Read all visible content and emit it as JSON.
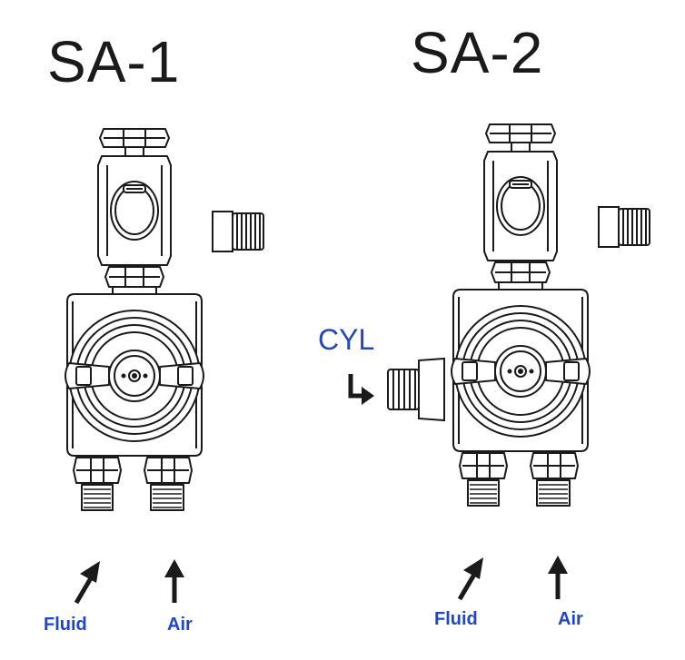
{
  "diagram": {
    "left_title": "SA-1",
    "right_title": "SA-2",
    "left_labels": {
      "fluid": "Fluid",
      "air": "Air"
    },
    "right_labels": {
      "fluid": "Fluid",
      "air": "Air",
      "cylinder": "CYL"
    },
    "colors": {
      "line": "#1a1a1a",
      "label": "#1f45c8",
      "cyl": "#2348b8"
    }
  }
}
